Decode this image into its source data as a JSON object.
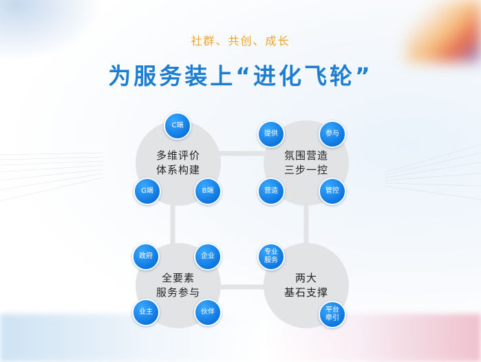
{
  "header": {
    "subtitle": "社群、共创、成长",
    "title": "为服务装上“进化飞轮”"
  },
  "clusters": {
    "top_left": {
      "label_line1": "多维评价",
      "label_line2": "体系构建",
      "nodes": [
        "C端",
        "G端",
        "B端"
      ]
    },
    "top_right": {
      "label_line1": "氛围营造",
      "label_line2": "三步一控",
      "nodes": [
        "提供",
        "参与",
        "营造",
        "管控"
      ]
    },
    "bottom_left": {
      "label_line1": "全要素",
      "label_line2": "服务参与",
      "nodes": [
        "政府",
        "企业",
        "业主",
        "伙伴"
      ]
    },
    "bottom_right": {
      "label_line1": "两大",
      "label_line2": "基石支撑",
      "nodes": [
        "专业服务",
        "平台牵引"
      ],
      "node_lines": [
        [
          "专业",
          "服务"
        ],
        [
          "平台",
          "牵引"
        ]
      ]
    }
  },
  "colors": {
    "title_blue": "#1d7ed1",
    "subtitle_orange": "#f0a22b",
    "node_blue": "#0b73dd",
    "circle_gray": "#e1e3e5"
  }
}
